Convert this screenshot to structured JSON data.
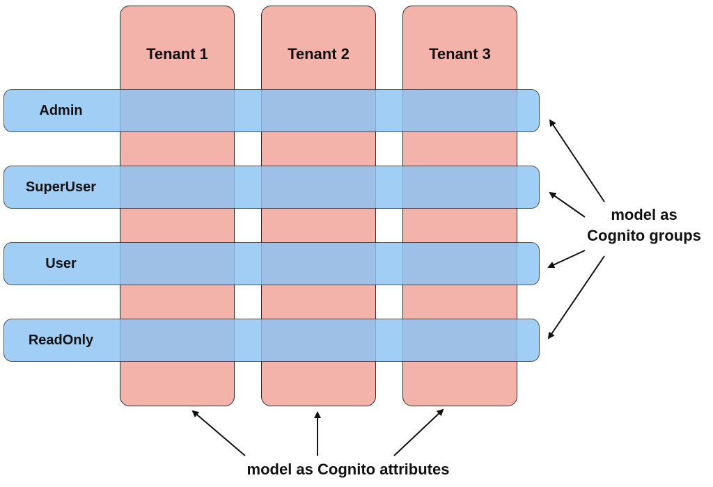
{
  "colors": {
    "tenant_fill": "#F4B3AA",
    "role_fill": "#8CC4F4",
    "outline": "#2B2B2B",
    "arrow": "#111111"
  },
  "tenants": [
    {
      "label": "Tenant 1"
    },
    {
      "label": "Tenant 2"
    },
    {
      "label": "Tenant 3"
    }
  ],
  "roles": [
    {
      "label": "Admin"
    },
    {
      "label": "SuperUser"
    },
    {
      "label": "User"
    },
    {
      "label": "ReadOnly"
    }
  ],
  "annotations": {
    "groups_line1": "model as",
    "groups_line2": "Cognito groups",
    "attributes": "model as Cognito attributes"
  }
}
